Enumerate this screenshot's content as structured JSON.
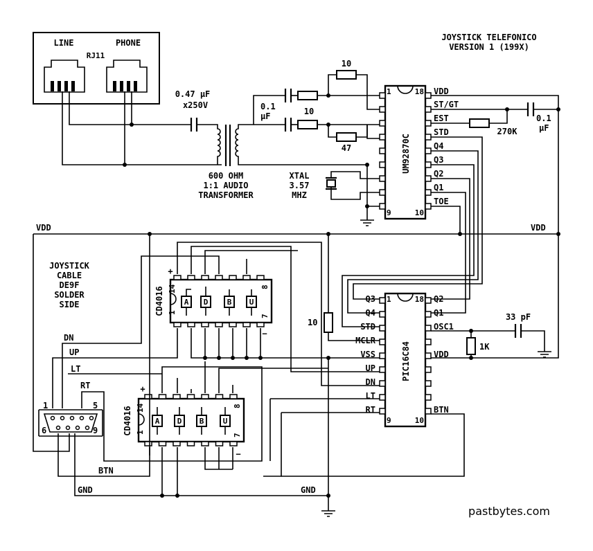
{
  "title": {
    "line1": "JOYSTICK TELEFONICO",
    "line2": "VERSION 1 (199X)"
  },
  "credit": "pastbytes.com",
  "jacks": {
    "line": "LINE",
    "phone": "PHONE",
    "type": "RJ11"
  },
  "capacitor_main": {
    "value": "0.47 μF",
    "rating": "x250V"
  },
  "transformer": {
    "line1": "600 OHM",
    "line2": "1:1 AUDIO",
    "line3": "TRANSFORMER"
  },
  "cap_01_left": {
    "v1": "0.1",
    "v2": "μF"
  },
  "cap_01_right": {
    "v1": "0.1",
    "v2": "μF"
  },
  "cap_33": "33 pF",
  "resistors": {
    "r_top": "10",
    "r_mid": "10",
    "r_47": "47",
    "r_270": "270K",
    "r_10_mclr": "10",
    "r_1k": "1K"
  },
  "xtal": {
    "line1": "XTAL",
    "line2": "3.57",
    "line3": "MHZ"
  },
  "dtmf": {
    "name": "UM92870C",
    "pin_first": "1",
    "pin_last_left": "9",
    "pin_first_right": "18",
    "pin_last_right": "10",
    "right_labels": [
      "VDD",
      "ST/GT",
      "EST",
      "STD",
      "Q4",
      "Q3",
      "Q2",
      "Q1",
      "TOE"
    ]
  },
  "pic": {
    "name": "PIC16C84",
    "pin_first": "1",
    "pin_last_left": "9",
    "pin_first_right": "18",
    "pin_last_right": "10",
    "left_labels": [
      "Q3",
      "Q4",
      "STD",
      "MCLR",
      "VSS",
      "UP",
      "DN",
      "LT",
      "RT"
    ],
    "right_labels": [
      "Q2",
      "Q1",
      "OSC1",
      "VDD",
      "BTN"
    ]
  },
  "cd4016_top": {
    "name": "CD4016",
    "pin1": "1",
    "pin7": "7",
    "pin8": "8",
    "pin14": "14",
    "plus": "+",
    "minus": "−",
    "switches": [
      "A",
      "D",
      "B",
      "U"
    ]
  },
  "cd4016_bottom": {
    "name": "CD4016",
    "pin1": "1",
    "pin7": "7",
    "pin8": "8",
    "pin14": "14",
    "plus": "+",
    "minus": "−",
    "switches": [
      "A",
      "D",
      "B",
      "U"
    ]
  },
  "rails": {
    "vdd_left": "VDD",
    "vdd_right": "VDD",
    "gnd_left": "GND",
    "gnd_right": "GND"
  },
  "joystick": {
    "line1": "JOYSTICK",
    "line2": "CABLE",
    "line3": "DE9F",
    "line4": "SOLDER",
    "line5": "SIDE"
  },
  "db9": {
    "pin1": "1",
    "pin5": "5",
    "pin6": "6",
    "pin9": "9"
  },
  "signals": {
    "dn": "DN",
    "up": "UP",
    "lt": "LT",
    "rt": "RT",
    "btn": "BTN"
  }
}
